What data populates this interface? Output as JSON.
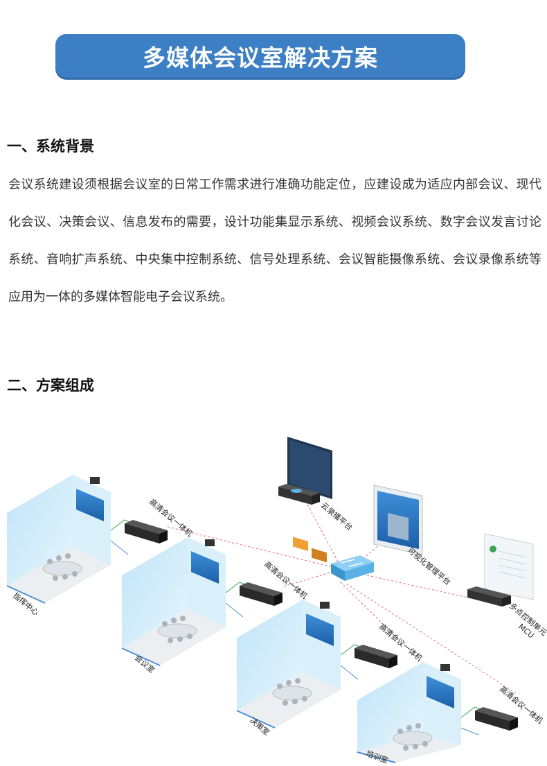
{
  "banner": {
    "title": "多媒体会议室解决方案"
  },
  "section1": {
    "heading": "一、系统背景",
    "body": "会议系统建设须根据会议室的日常工作需求进行准确功能定位，应建设成为适应内部会议、现代化会议、决策会议、信息发布的需要，设计功能集显示系统、视频会议系统、数字会议发言讨论系统、音响扩声系统、中央集中控制系统、信号处理系统、会议智能摄像系统、会议录像系统等应用为一体的多媒体智能电子会议系统。"
  },
  "section2": {
    "heading": "二、方案组成"
  },
  "diagram": {
    "rooms": [
      {
        "name": "指挥中心",
        "device": "高清会议一体机"
      },
      {
        "name": "会议室",
        "device": "高清会议一体机"
      },
      {
        "name": "决策室",
        "device": "高清会议一体机"
      },
      {
        "name": "培训室",
        "device": "高清会议一体机"
      }
    ],
    "platforms": {
      "cloud": "云录播平台",
      "visual": "可视化管理平台",
      "mcu_line1": "多点控制单元",
      "mcu_line2": "MCU"
    },
    "colors": {
      "wall": "#cde9f7",
      "floor": "#e9ecef",
      "link_red": "#e26a6a",
      "link_blue": "#4a90d9",
      "link_green": "#3aa757",
      "switch": "#5bb2e6"
    }
  }
}
